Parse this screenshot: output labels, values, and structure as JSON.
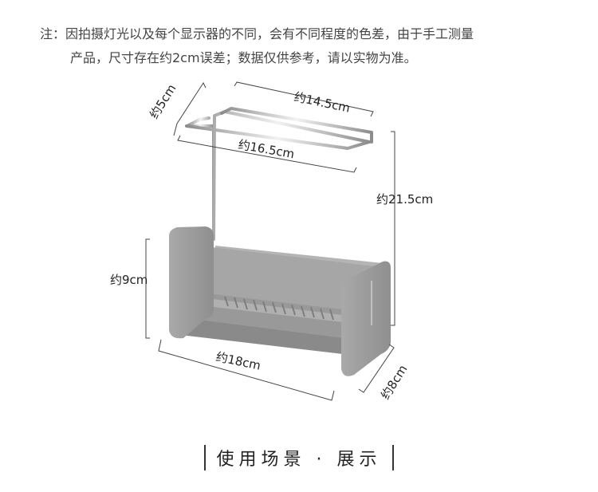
{
  "note": {
    "line1": "注：因拍摄灯光以及每个显示器的不同，会有不同程度的色差，由于手工测量",
    "line2": "产品，尺寸存在约2cm误差；数据仅供参考，请以实物为准。"
  },
  "dimensions": {
    "depth_top": "约5cm",
    "rail_width": "约14.5cm",
    "rail_outer_width": "约16.5cm",
    "height_total": "约21.5cm",
    "basket_height": "约9cm",
    "length": "约18cm",
    "depth": "约8cm"
  },
  "footer": {
    "label": "使用场景 · 展示"
  },
  "colors": {
    "basket": "#9a9a9a",
    "basket_dark": "#7c7c7c",
    "chrome": "#c9c9c9",
    "text": "#333333"
  }
}
